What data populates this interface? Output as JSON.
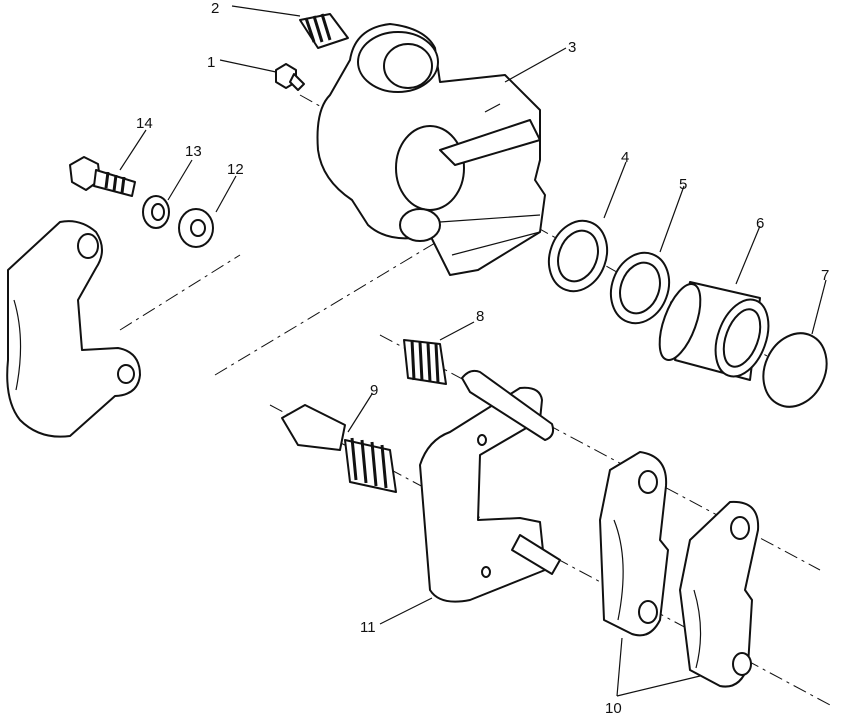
{
  "callouts": {
    "c1": "1",
    "c2": "2",
    "c3": "3",
    "c4": "4",
    "c5": "5",
    "c6": "6",
    "c7": "7",
    "c8": "8",
    "c9": "9",
    "c10": "10",
    "c11": "11",
    "c12": "12",
    "c13": "13",
    "c14": "14"
  },
  "colors": {
    "line": "#111111",
    "paper": "#ffffff"
  }
}
